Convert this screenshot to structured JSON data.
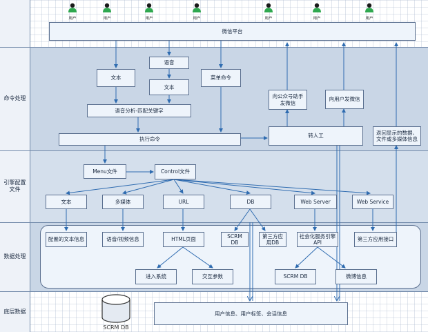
{
  "users": [
    "用户",
    "用户",
    "用户",
    "用户",
    "用户",
    "用户",
    "用户"
  ],
  "lanes": {
    "command": "命令处理",
    "engine": "引擎配置文件",
    "data": "数据处理",
    "bottom": "底层数据"
  },
  "boxes": {
    "platform": "微信平台",
    "text1": "文本",
    "voice": "语音",
    "text2": "文本",
    "menu_cmd": "菜单命令",
    "analyze": "语音分析-匹配关键字",
    "execute": "执行命令",
    "send_public": "向公众号助手发微信",
    "send_user": "向用户发微信",
    "manual": "转人工",
    "return_info": "返回显示的数据、文件或多媒体信息",
    "menu_file": "Menu文件",
    "control_file": "Control文件",
    "e_text": "文本",
    "e_media": "多媒体",
    "e_url": "URL",
    "e_db": "DB",
    "e_webserver": "Web Server",
    "e_webservice": "Web Service",
    "d_text_info": "配置的文本信息",
    "d_av_info": "语音/视频信息",
    "d_html": "HTML页面",
    "d_scrm": "SCRM DB",
    "d_third_db": "第三方应用DB",
    "d_social_api": "社会化服务引擎API",
    "d_third_api": "第三方应用接口",
    "d_enter": "进入系统",
    "d_interact": "交互参数",
    "d_scrm2": "SCRM DB",
    "d_weibo": "微博信息",
    "b_userinfo": "用户信息、用户标签、会话信息"
  },
  "db_label": "SCRM DB"
}
